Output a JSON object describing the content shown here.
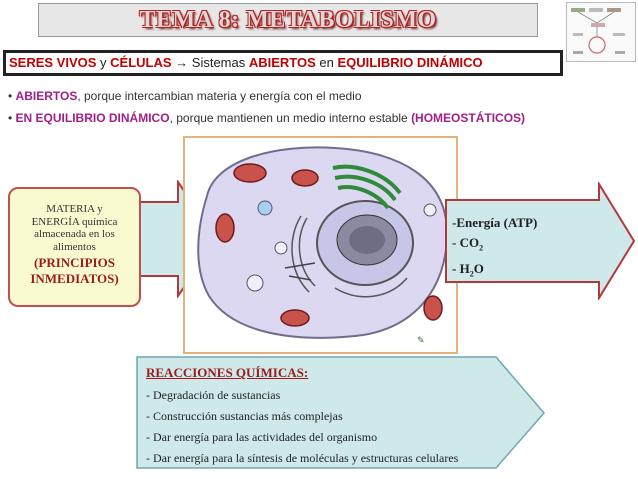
{
  "title": "TEMA 8: METABOLISMO",
  "banner": {
    "part1": "SERES VIVOS",
    "part2": " y ",
    "part3": "CÉLULAS",
    "arrow": " → ",
    "part4": "Sistemas ",
    "part5": "ABIERTOS",
    "part6": " en ",
    "part7": "EQUILIBRIO DINÁMICO"
  },
  "bullets": [
    {
      "highlight": "ABIERTOS",
      "text": ", porque intercambian materia y energía con el medio",
      "tail": ""
    },
    {
      "highlight": "EN EQUILIBRIO DINÁMICO",
      "text": ", porque mantienen un medio interno estable ",
      "tail": "(HOMEOSTÁTICOS)"
    }
  ],
  "input_box": {
    "line1": "MATERIA y",
    "line2": "ENERGÍA química",
    "line3": "almacenada en los",
    "line4": "alimentos",
    "line5": "(PRINCIPIOS",
    "line6": "INMEDIATOS)"
  },
  "output_box": {
    "line1": "-Energía (ATP)",
    "line2_prefix": "- CO",
    "line2_sub": "2",
    "line3_prefix": "- H",
    "line3_sub": "2",
    "line3_suffix": "O"
  },
  "reactions": {
    "heading": "REACCIONES QUÍMICAS:",
    "items": [
      "- Degradación de sustancias",
      "- Construcción sustancias más complejas",
      "- Dar energía para las actividades del organismo",
      "- Dar energía para la síntesis de moléculas y estructuras celulares"
    ]
  },
  "colors": {
    "arrow_fill": "#cfe8ea",
    "arrow_stroke": "#b03a3a",
    "cell_fill": "#dcd8f2",
    "accent_red": "#c00000",
    "accent_purple": "#a0208a"
  }
}
